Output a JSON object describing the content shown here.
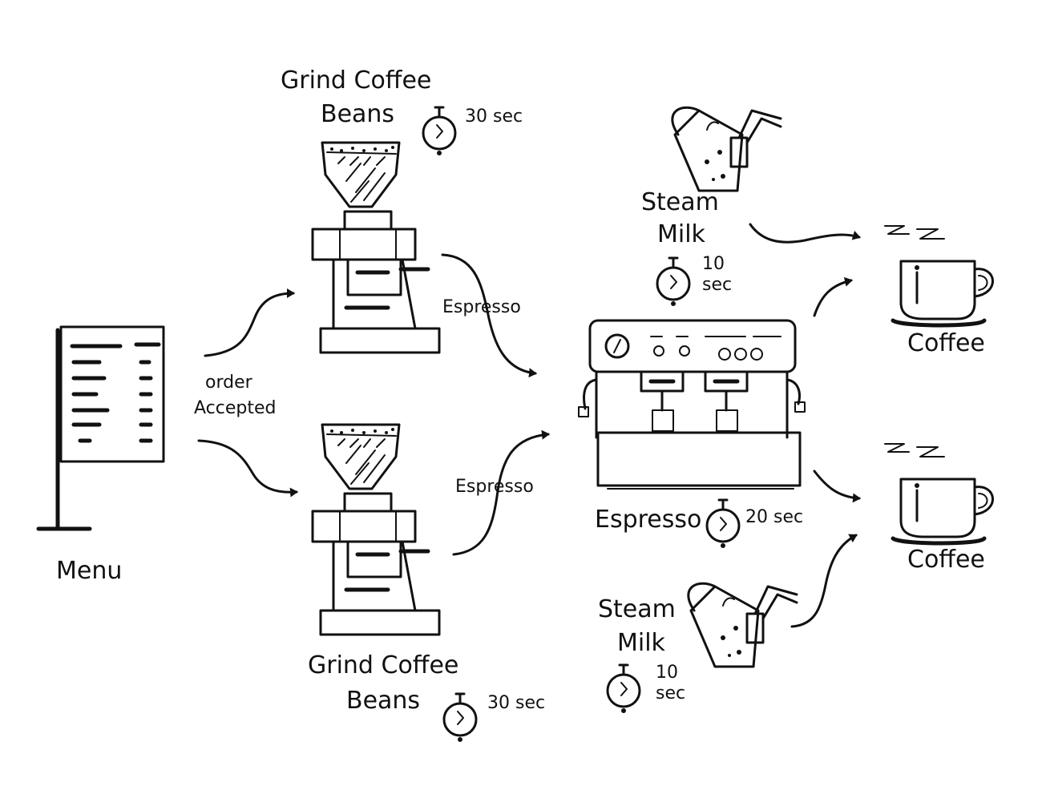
{
  "labels": {
    "menu": "Menu",
    "order_accepted_line1": "order",
    "order_accepted_line2": "Accepted",
    "grind_top_line1": "Grind Coffee",
    "grind_top_line2": "Beans",
    "grind_top_time": "30 sec",
    "grind_bottom_line1": "Grind Coffee",
    "grind_bottom_line2": "Beans",
    "grind_bottom_time": "30 sec",
    "espresso_arrow_top": "Espresso",
    "espresso_arrow_bottom": "Espresso",
    "espresso_machine": "Espresso",
    "espresso_time": "20 sec",
    "steam_top_line1": "Steam",
    "steam_top_line2": "Milk",
    "steam_top_time_line1": "10",
    "steam_top_time_line2": "sec",
    "steam_bottom_line1": "Steam",
    "steam_bottom_line2": "Milk",
    "steam_bottom_time_line1": "10",
    "steam_bottom_time_line2": "sec",
    "coffee_top": "Coffee",
    "coffee_bottom": "Coffee"
  }
}
